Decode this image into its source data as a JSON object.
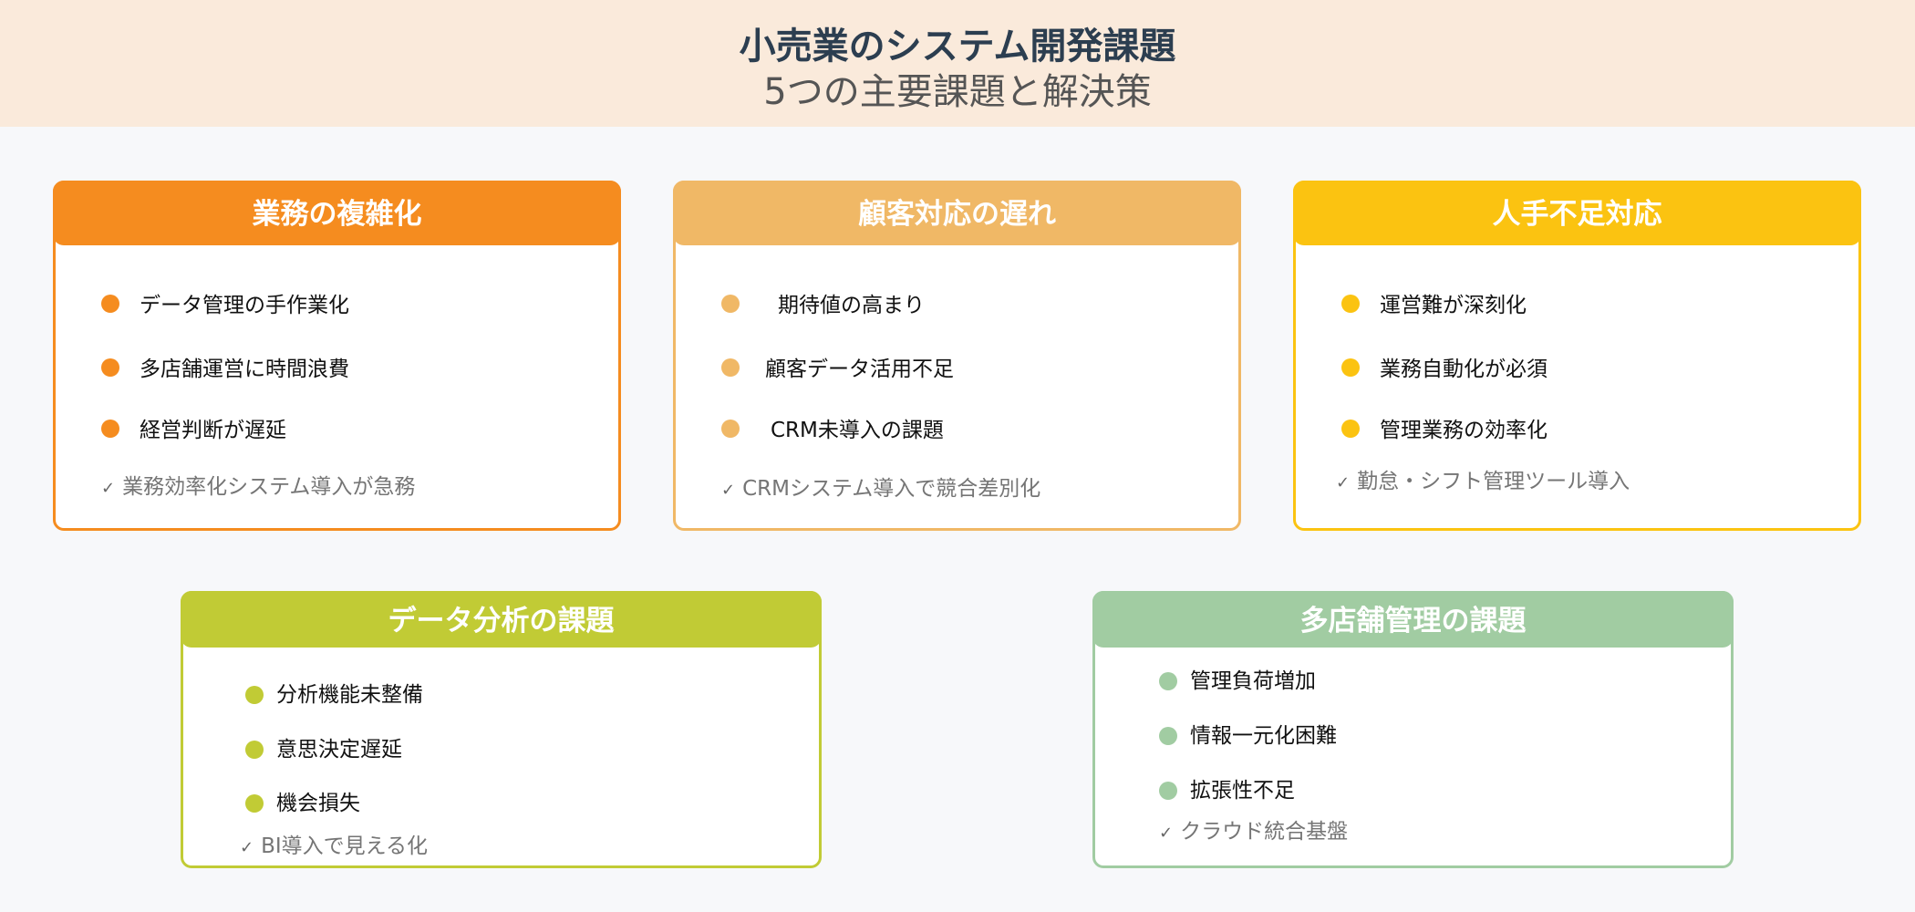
{
  "header": {
    "title": "小売業のシステム開発課題",
    "subtitle": "5つの主要課題と解決策"
  },
  "colors": {
    "banner_bg": "#FAEADB",
    "page_bg": "#F7F8FA",
    "card1": "#F58C1F",
    "card2": "#F0B866",
    "card3": "#FBC311",
    "card4": "#C1CB35",
    "card5": "#A1CCA2"
  },
  "cards": [
    {
      "title": "業務の複雑化",
      "items": [
        "データ管理の手作業化",
        "多店舗運営に時間浪費",
        "経営判断が遅延"
      ],
      "solution": "業務効率化システム導入が急務"
    },
    {
      "title": "顧客対応の遅れ",
      "items": [
        "期待値の高まり",
        "顧客データ活用不足",
        "CRM未導入の課題"
      ],
      "solution": "CRMシステム導入で競合差別化"
    },
    {
      "title": "人手不足対応",
      "items": [
        "運営難が深刻化",
        "業務自動化が必須",
        "管理業務の効率化"
      ],
      "solution": "勤怠・シフト管理ツール導入"
    },
    {
      "title": "データ分析の課題",
      "items": [
        "分析機能未整備",
        "意思決定遅延",
        "機会損失"
      ],
      "solution": "BI導入で見える化"
    },
    {
      "title": "多店舗管理の課題",
      "items": [
        "管理負荷増加",
        "情報一元化困難",
        "拡張性不足"
      ],
      "solution": "クラウド統合基盤"
    }
  ],
  "icons": {
    "check": "✓"
  }
}
